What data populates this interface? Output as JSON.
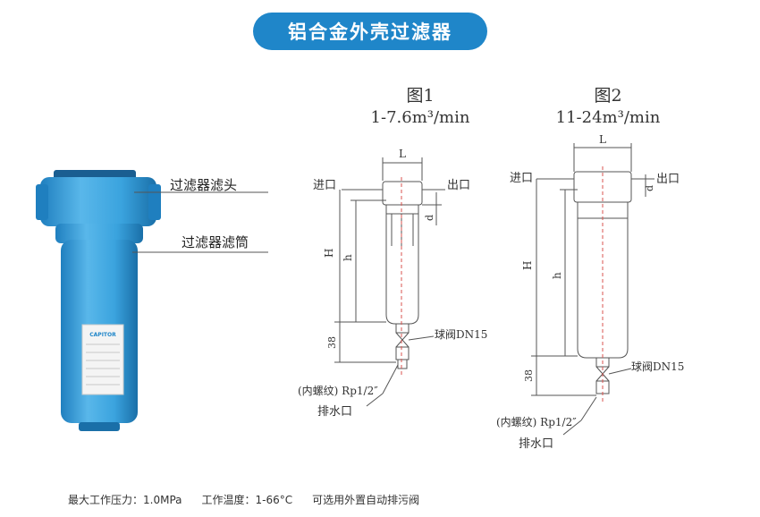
{
  "banner": {
    "title": "铝合金外壳过滤器"
  },
  "photo": {
    "brand": "CAPITOR",
    "callouts": [
      "过滤器滤头",
      "过滤器滤筒"
    ]
  },
  "figure1": {
    "name": "图1",
    "range": "1-7.6m³/min",
    "labels": {
      "inlet": "进口",
      "outlet": "出口",
      "L": "L",
      "H": "H",
      "h": "h",
      "d": "d",
      "dim38": "38",
      "valve": "球阀DN15",
      "thread": "(内螺纹) Rp1/2″",
      "drain": "排水口"
    }
  },
  "figure2": {
    "name": "图2",
    "range": "11-24m³/min",
    "labels": {
      "inlet": "进口",
      "outlet": "出口",
      "L": "L",
      "H": "H",
      "h": "h",
      "d": "d",
      "dim38": "38",
      "valve": "球阀DN15",
      "thread": "(内螺纹) Rp1/2″",
      "drain": "排水口"
    }
  },
  "footer": {
    "pressure": "最大工作压力：1.0MPa",
    "temperature": "工作温度：1-66°C",
    "option": "可选用外置自动排污阀"
  },
  "colors": {
    "accent": "#1f86c9",
    "filter_blue": "#3aa3de",
    "dash_red": "#d9534f"
  }
}
